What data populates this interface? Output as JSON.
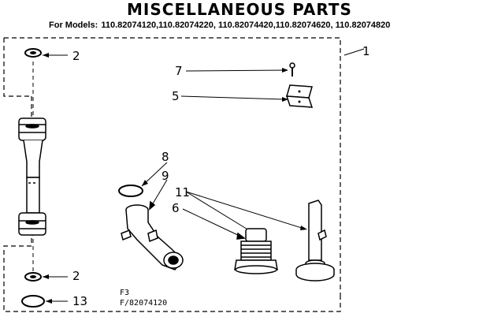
{
  "title": "MISCELLANEOUS PARTS",
  "models": {
    "prefix": "For Models:",
    "list": "110.82074120,110.82074220, 110.82074420,110.82074620, 110.82074820"
  },
  "callouts": {
    "c1": "1",
    "c2_top": "2",
    "c2_bottom": "2",
    "c5": "5",
    "c6": "6",
    "c7": "7",
    "c8": "8",
    "c9": "9",
    "c11": "11",
    "c13": "13"
  },
  "codes": {
    "line1": "F3",
    "line2": "F/82074120"
  }
}
